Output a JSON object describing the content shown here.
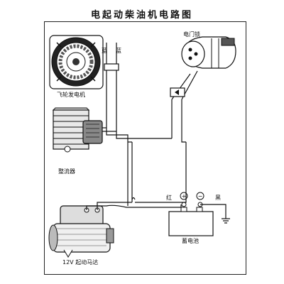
{
  "title": "电起动柴油机电路图",
  "labels": {
    "flywheel_generator": "飞轮发电机",
    "rectifier": "整流器",
    "door_lock": "电门锁",
    "battery": "蓄电池",
    "starter_motor": "12V 起动马达",
    "wire_blue_1": "蓝",
    "wire_blue_2": "蓝",
    "wire_red": "红",
    "wire_black": "黑"
  },
  "symbols": {
    "positive": "+",
    "negative": "−"
  }
}
